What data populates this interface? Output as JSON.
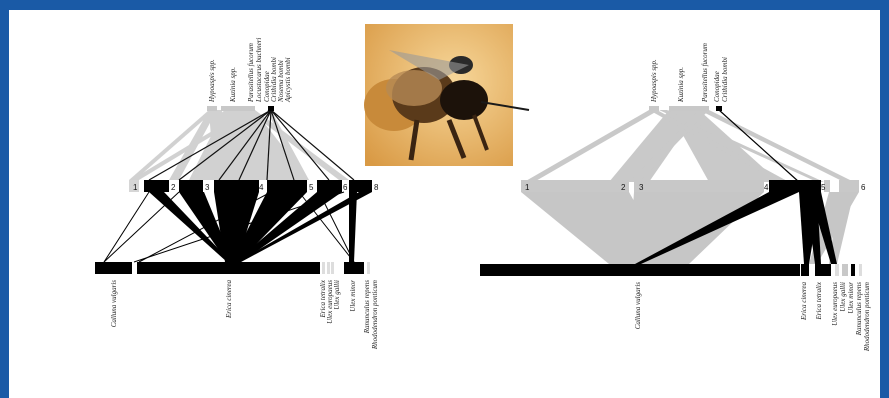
{
  "left_network": {
    "parasites": [
      "Hypoaspis spp.",
      "Kuzinia spp.",
      "Parasitellus fucorum",
      "Locustacarus buchneri",
      "Conopidae",
      "Crithidia bombi",
      "Nosema bombi",
      "Apicystis bombi"
    ],
    "bees": [
      "1",
      "2",
      "3",
      "4",
      "5",
      "6",
      "8"
    ],
    "plants": [
      "Calluna vulgaris",
      "Erica cinerea",
      "Erica tetralix",
      "Ulex europaeus",
      "Ulex gallii",
      "Ulex minor",
      "Ranunculus repens",
      "Rhododendron ponticum"
    ]
  },
  "right_network": {
    "parasites": [
      "Hypoaspis spp.",
      "Kuzinia spp.",
      "Parasitellus fucorum",
      "Conopidae",
      "Crithidia bombi"
    ],
    "bees": [
      "1",
      "2",
      "3",
      "4",
      "5",
      "6"
    ],
    "plants": [
      "Calluna vulgaris",
      "Erica cinerea",
      "Erica tetralix",
      "Ulex europaeus",
      "Ulex gallii",
      "Ulex minor",
      "Ranunculus repens",
      "Rhododendron ponticum"
    ]
  },
  "photo": {
    "subject": "bee-photo"
  },
  "colors": {
    "frame": "#1a5aa6",
    "link_black": "#000000",
    "link_grey": "#c4c4c4"
  }
}
